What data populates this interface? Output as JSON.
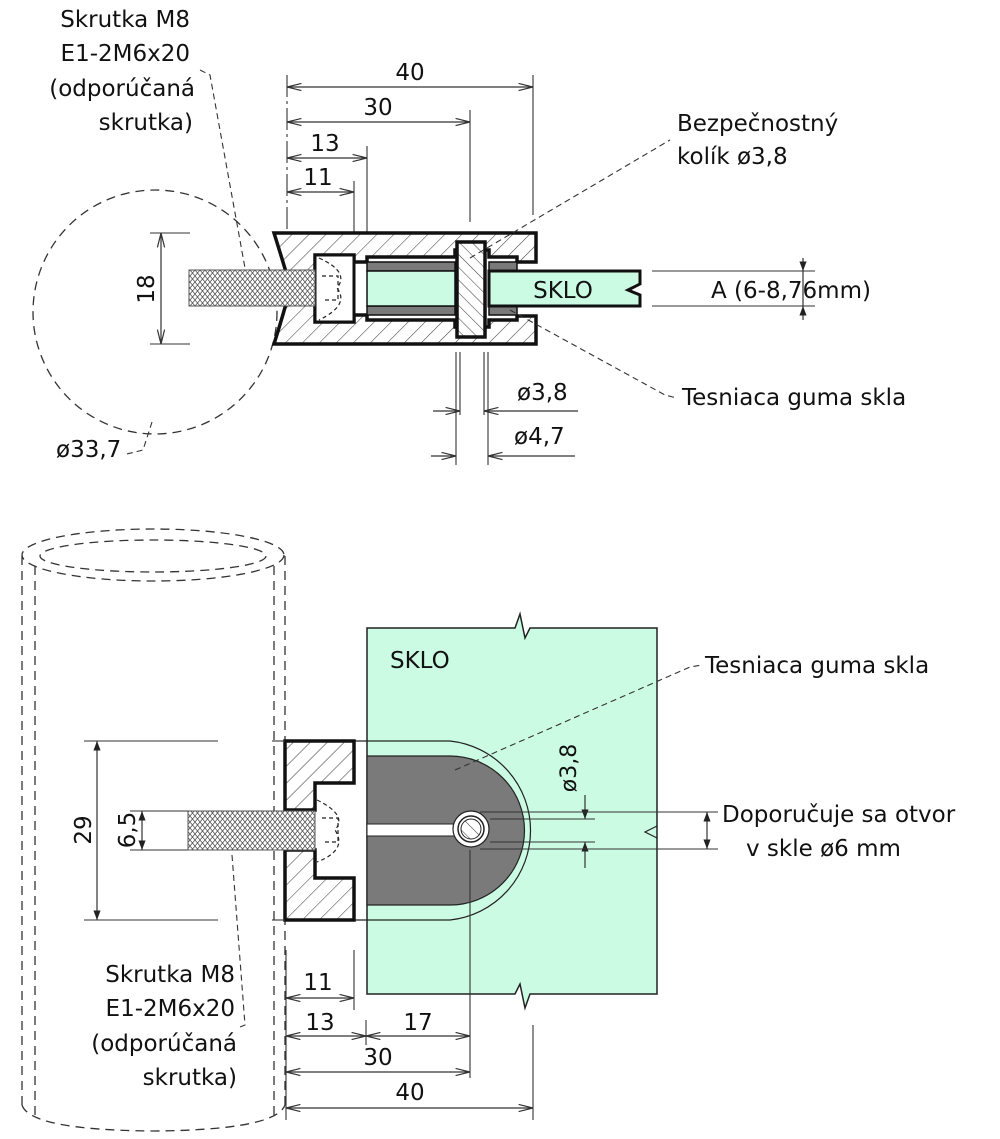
{
  "colors": {
    "glass": "#ccfbe4",
    "rubber": "#7a7a7a",
    "line": "#111111",
    "hatch": "#444444"
  },
  "top_view": {
    "screw_label": [
      "Skrutka M8",
      "E1-2M6x20",
      "(odporúčaná",
      "skrutka)"
    ],
    "pin_label": [
      "Bezpečnostný",
      "kolík ø3,8"
    ],
    "glass_label": "SKLO",
    "thickness_label": "A (6-8,76mm)",
    "seal_label": "Tesniaca guma skla",
    "dims": {
      "d40": "40",
      "d30": "30",
      "d13": "13",
      "d11": "11",
      "d18": "18",
      "d38": "ø3,8",
      "d47": "ø4,7",
      "d337": "ø33,7"
    }
  },
  "front_view": {
    "glass_label": "SKLO",
    "seal_label": "Tesniaca guma skla",
    "hole_label": [
      "Doporučuje sa otvor",
      "v skle ø6 mm"
    ],
    "screw_label": [
      "Skrutka M8",
      "E1-2M6x20",
      "(odporúčaná",
      "skrutka)"
    ],
    "dims": {
      "d29": "29",
      "d65": "6,5",
      "d38": "ø3,8",
      "d11": "11",
      "d13": "13",
      "d17": "17",
      "d30": "30",
      "d40": "40"
    }
  }
}
